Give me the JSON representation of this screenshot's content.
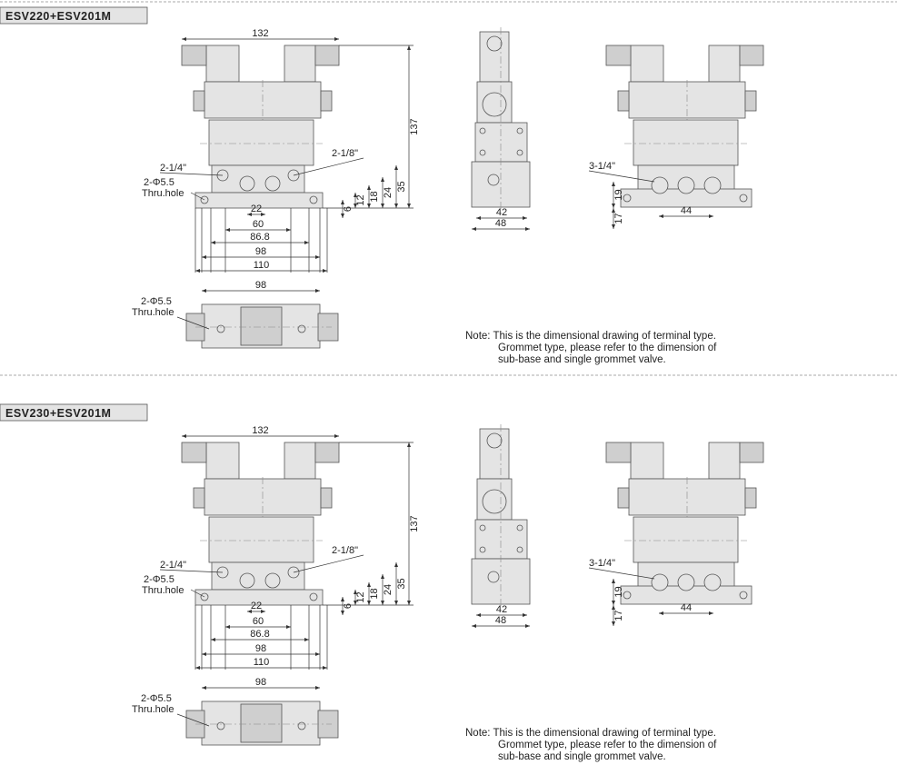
{
  "sections": [
    {
      "title": "ESV220+ESV201M",
      "front": {
        "width_overall": "132",
        "height_overall": "137",
        "port_b": "2-1/4\"",
        "port_pilot": "2-1/8\"",
        "hole": "2-Φ5.5",
        "hole_note": "Thru.hole",
        "h6": "6",
        "h12": "12",
        "h18": "18",
        "h24": "24",
        "h35": "35",
        "w22": "22",
        "w60": "60",
        "w86": "86.8",
        "w98": "98",
        "w110": "110"
      },
      "side": {
        "w42": "42",
        "w48": "48"
      },
      "rear": {
        "port": "3-1/4\"",
        "h19": "19",
        "h17": "17",
        "w44": "44"
      },
      "top": {
        "w98": "98",
        "hole": "2-Φ5.5",
        "hole_note": "Thru.hole"
      },
      "note": [
        "Note: This is the dimensional drawing of terminal type.",
        "Grommet type, please refer to the dimension of",
        "sub-base and single grommet valve."
      ]
    },
    {
      "title": "ESV230+ESV201M",
      "front": {
        "width_overall": "132",
        "height_overall": "137",
        "port_b": "2-1/4\"",
        "port_pilot": "2-1/8\"",
        "hole": "2-Φ5.5",
        "hole_note": "Thru.hole",
        "h6": "6",
        "h12": "12",
        "h18": "18",
        "h24": "24",
        "h35": "35",
        "w22": "22",
        "w60": "60",
        "w86": "86.8",
        "w98": "98",
        "w110": "110"
      },
      "side": {
        "w42": "42",
        "w48": "48"
      },
      "rear": {
        "port": "3-1/4\"",
        "h19": "19",
        "h17": "17",
        "w44": "44"
      },
      "top": {
        "w98": "98",
        "hole": "2-Φ5.5",
        "hole_note": "Thru.hole"
      },
      "note": [
        "Note: This is the dimensional drawing of terminal type.",
        "Grommet type, please refer to the dimension of",
        "sub-base and single grommet valve."
      ]
    }
  ]
}
